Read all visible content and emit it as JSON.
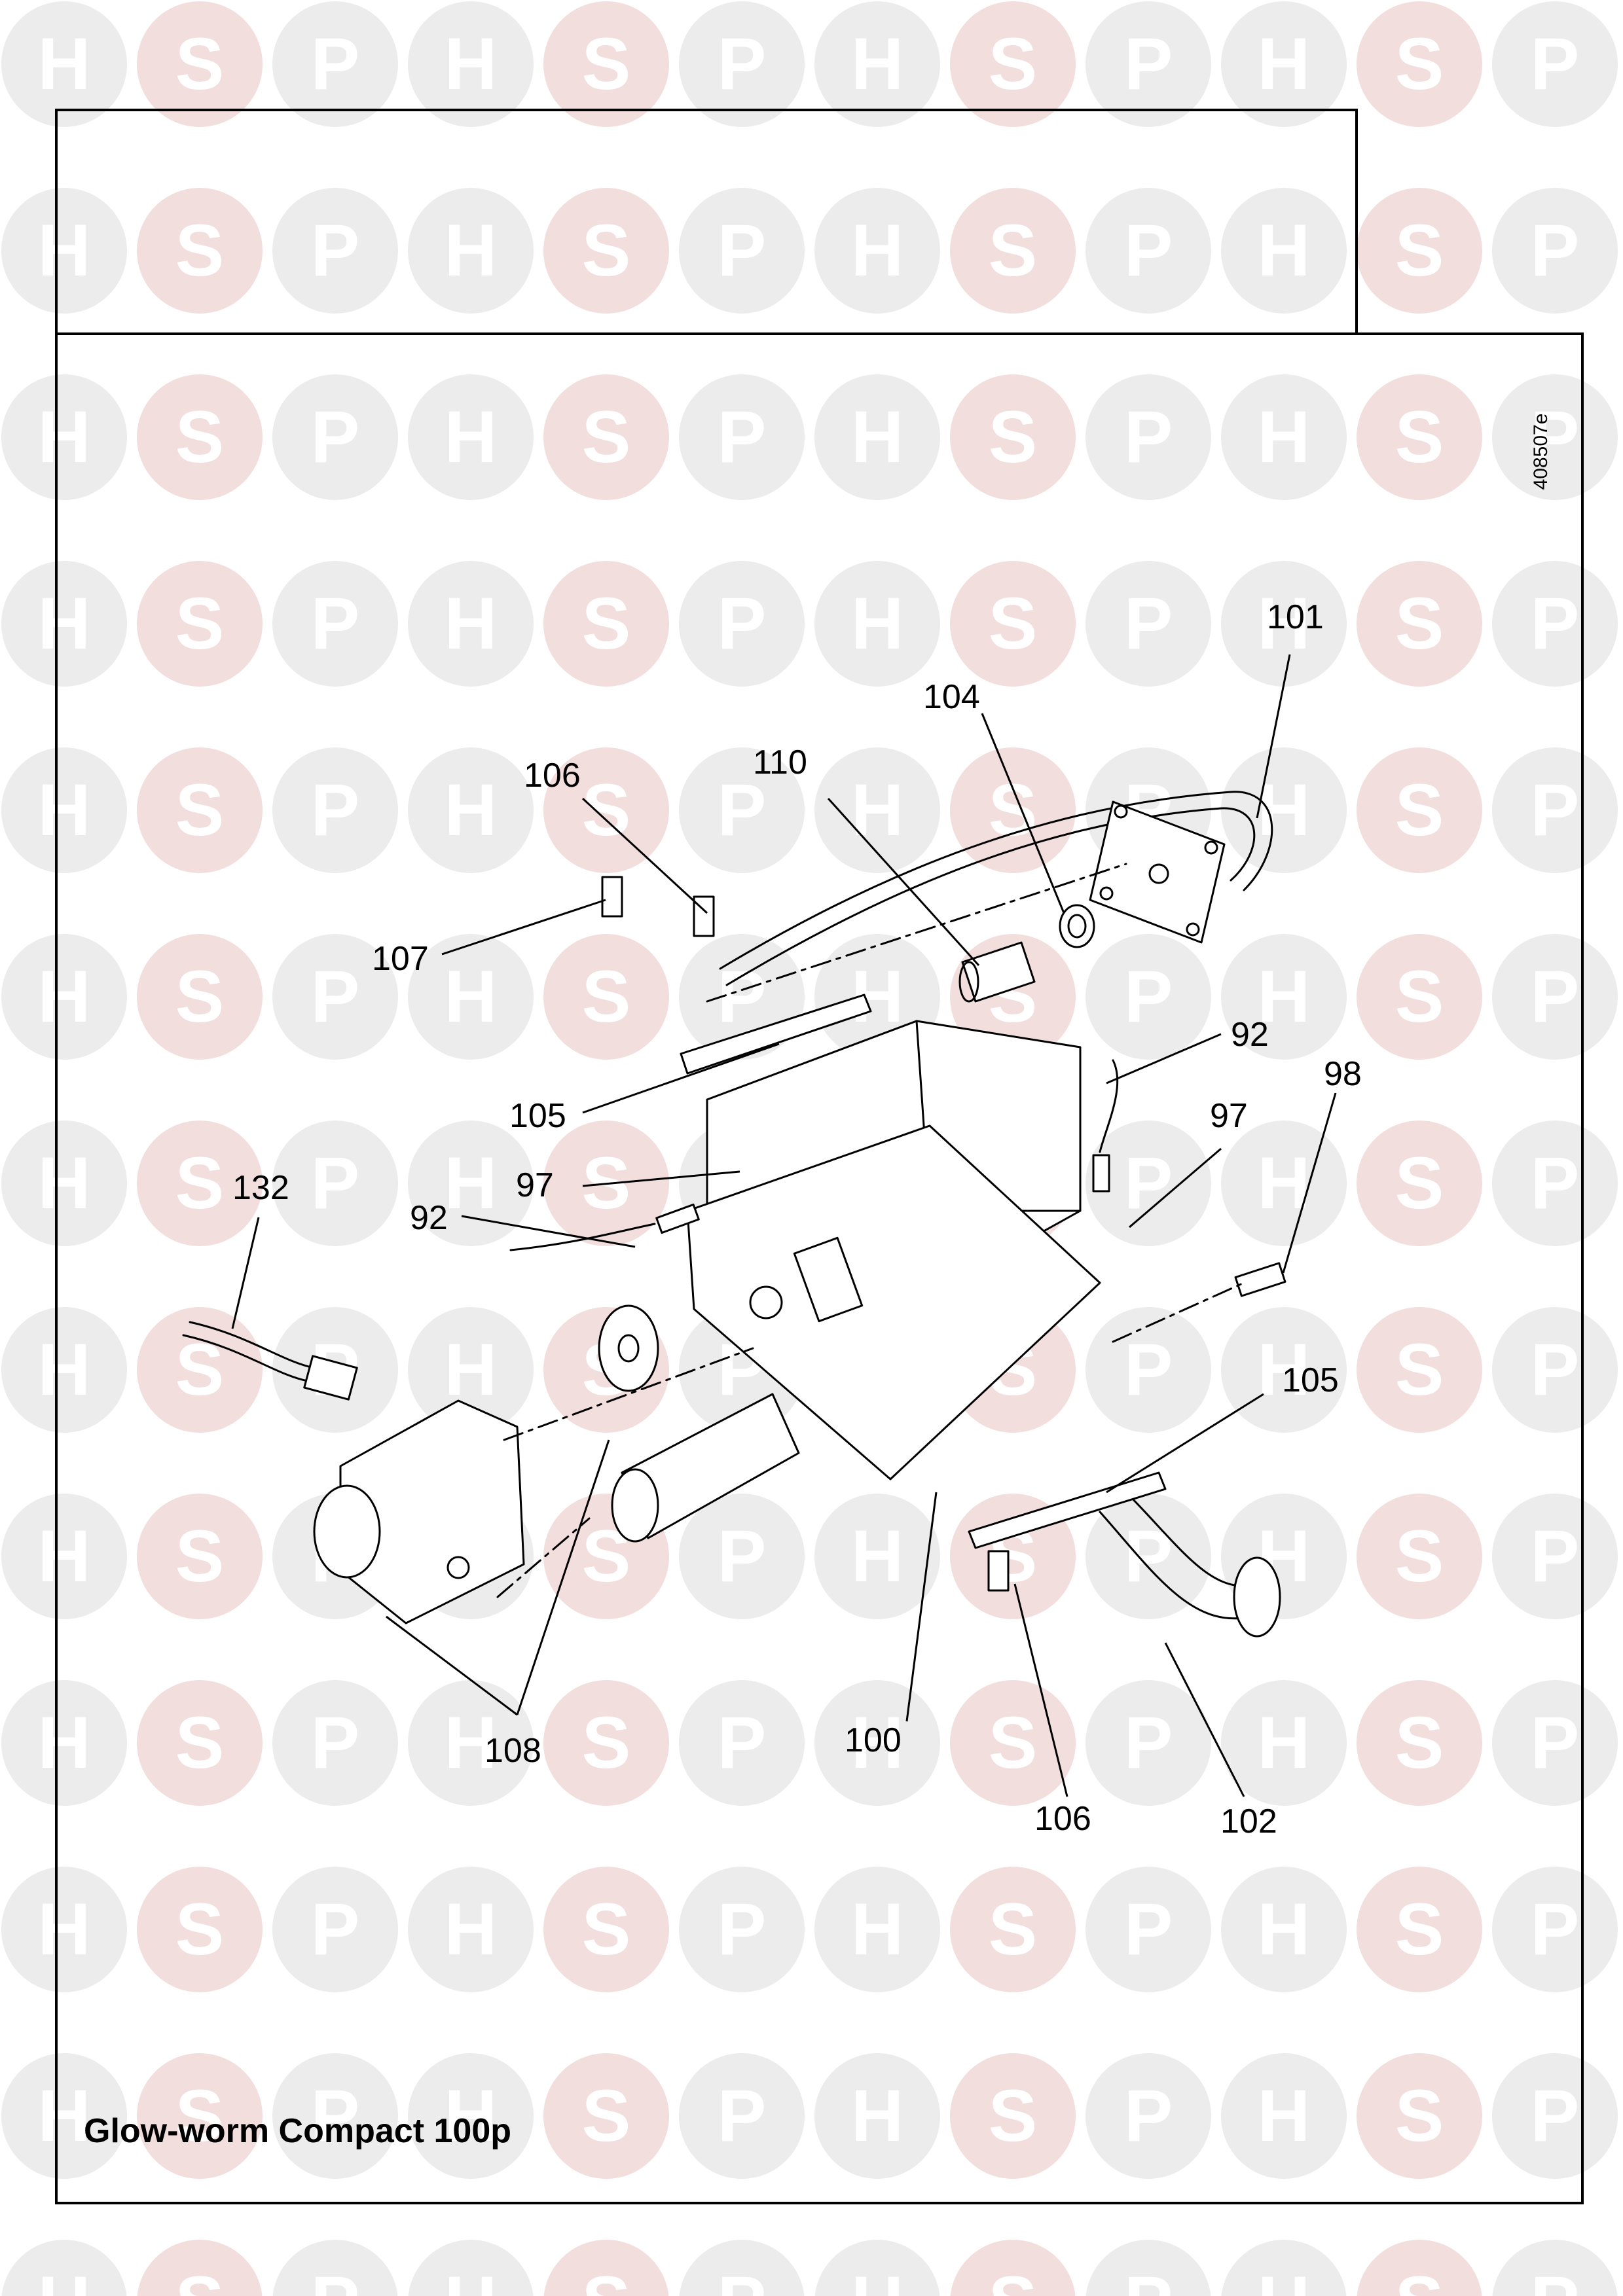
{
  "watermark": {
    "letters": [
      "H",
      "S",
      "P"
    ],
    "colors": {
      "circle": "#ececec",
      "circle_accent": "#f3dede",
      "letter": "#ffffff"
    }
  },
  "drawing_code": "408507e",
  "model_title": "Glow-worm Compact 100p",
  "callouts": {
    "p101": "101",
    "p104": "104",
    "p110": "110",
    "p106_top": "106",
    "p107": "107",
    "p92_right": "92",
    "p98": "98",
    "p97_right": "97",
    "p105_top": "105",
    "p97_left": "97",
    "p92_left": "92",
    "p132": "132",
    "p105_right": "105",
    "p108": "108",
    "p100": "100",
    "p106_bottom": "106",
    "p102": "102"
  }
}
